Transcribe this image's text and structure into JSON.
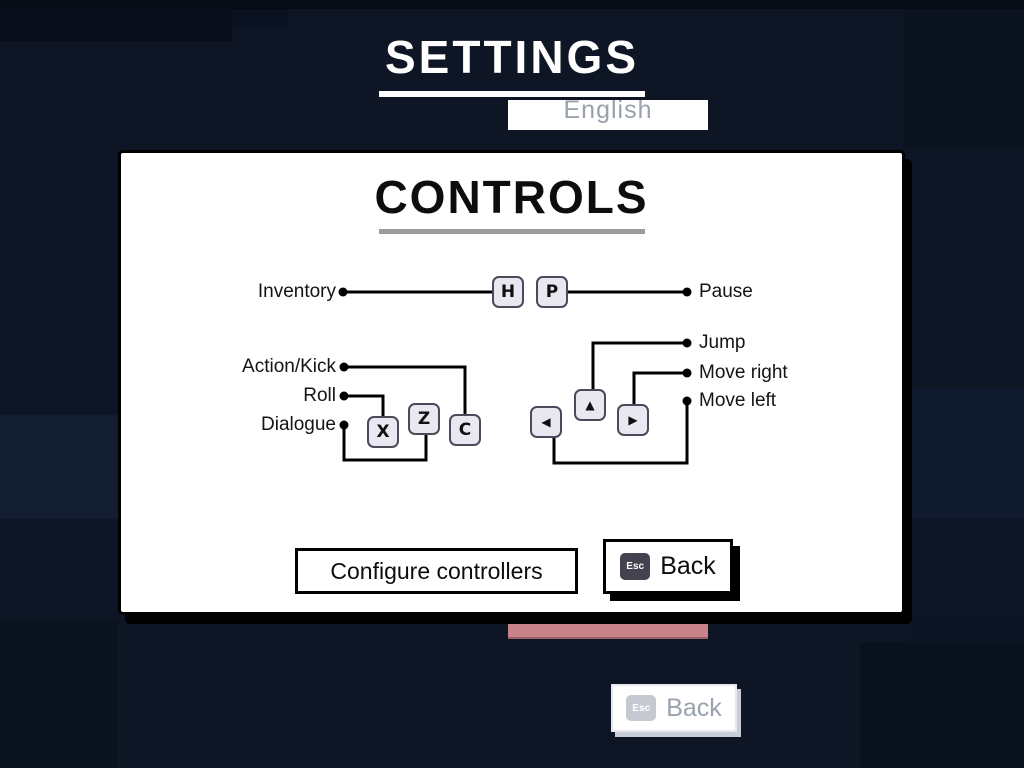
{
  "settings_screen": {
    "title": "SETTINGS",
    "language_dropdown": {
      "value": "English"
    },
    "back_button": {
      "keycap": "Esc",
      "label": "Back"
    }
  },
  "controls_modal": {
    "title": "CONTROLS",
    "mappings": [
      {
        "action": "Inventory",
        "key": "H"
      },
      {
        "action": "Pause",
        "key": "P"
      },
      {
        "action": "Action/Kick",
        "key": "C"
      },
      {
        "action": "Roll",
        "key": "X"
      },
      {
        "action": "Dialogue",
        "key": "Z"
      },
      {
        "action": "Jump",
        "key": "Up"
      },
      {
        "action": "Move right",
        "key": "Right"
      },
      {
        "action": "Move left",
        "key": "Left"
      }
    ],
    "keycaps": {
      "h": "H",
      "p": "P",
      "x": "X",
      "z": "Z",
      "c": "C",
      "left": "◀",
      "up": "▲",
      "right": "▶"
    },
    "buttons": {
      "configure": "Configure controllers",
      "back": {
        "keycap": "Esc",
        "label": "Back"
      }
    }
  },
  "colors": {
    "background": "#0e1626",
    "modal_bg": "#ffffff",
    "accent_pink": "#c8828a",
    "connector": "#000000",
    "keycap_bg": "#e9e8f1",
    "keycap_border": "#4a4a5a",
    "dim_text": "#9aa2ae"
  }
}
